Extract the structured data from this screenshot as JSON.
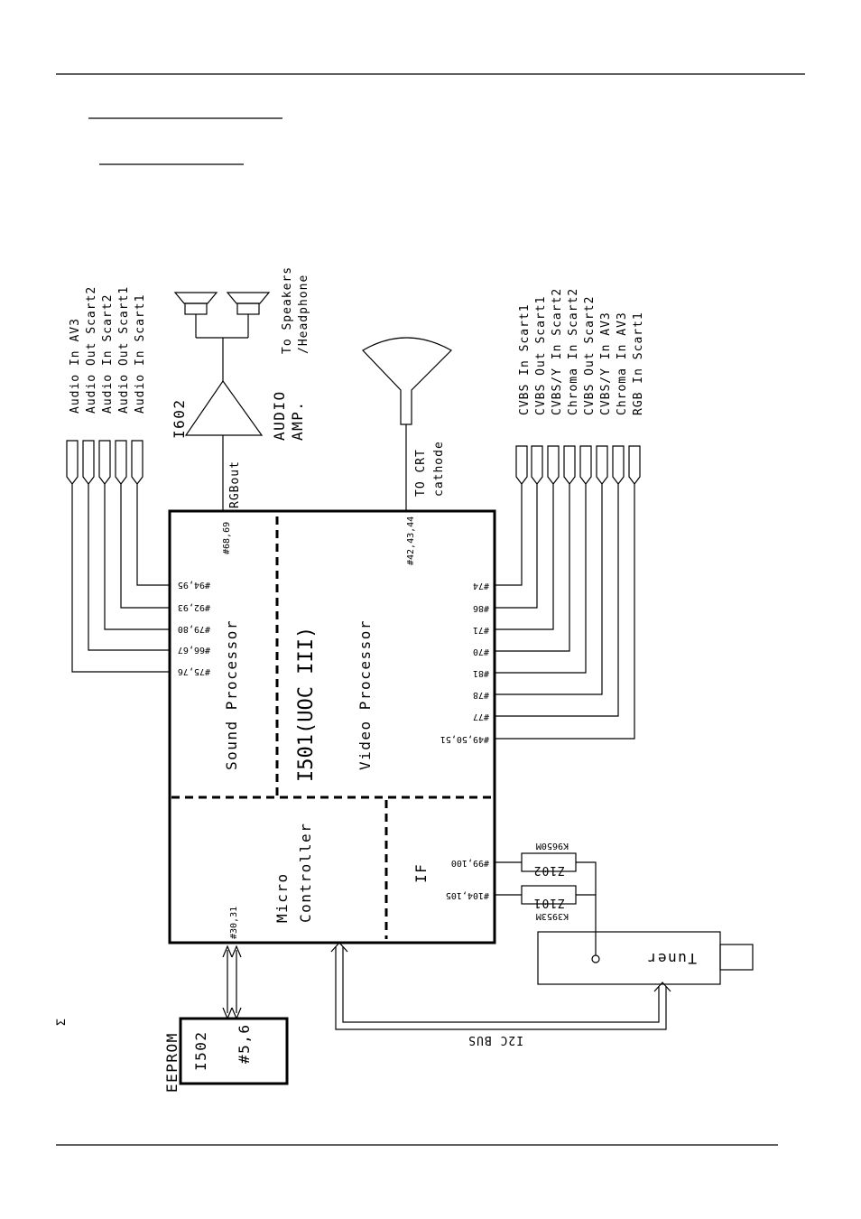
{
  "audio_inputs": [
    "Audio In AV3",
    "Audio Out Scart2",
    "Audio In Scart2",
    "Audio Out Scart1",
    "Audio In Scart1"
  ],
  "audio_pins": [
    "#94,95",
    "#92,93",
    "#79,80",
    "#66,67",
    "#75,76"
  ],
  "amp": {
    "id": "I602",
    "label1": "AUDIO",
    "label2": "AMP.",
    "signal": "RGBout",
    "pin": "#68,69"
  },
  "speakers": {
    "line1": "To Speakers",
    "line2": "/Headphone"
  },
  "crt": {
    "line1": "TO CRT",
    "line2": "cathode",
    "pin": "#42,43,44"
  },
  "video_inputs": [
    "CVBS In Scart1",
    "CVBS Out Scart1",
    "CVBS/Y In Scart2",
    "Chroma In Scart2",
    "CVBS Out Scart2",
    "CVBS/Y In AV3",
    "Chroma In AV3",
    "RGB In Scart1"
  ],
  "video_pins": [
    "#74",
    "#86",
    "#71",
    "#70",
    "#81",
    "#78",
    "#77",
    "#49,50,51"
  ],
  "blocks": {
    "sound": "Sound Processor",
    "chip": "I501(UOC III)",
    "video": "Video Processor",
    "micro1": "Micro",
    "micro2": "Controller",
    "if": "IF"
  },
  "micro_pin": "#30,31",
  "filters": [
    {
      "name": "Z102",
      "part": "K9650M",
      "pin": "#99,100"
    },
    {
      "name": "Z101",
      "part": "K3953M",
      "pin": "#104,105"
    }
  ],
  "tuner": "Tuner",
  "bus": "I2C BUS",
  "eeprom": {
    "label": "EEPROM",
    "id": "I502",
    "pin": "#5,6"
  },
  "corner_mark": "Σ"
}
